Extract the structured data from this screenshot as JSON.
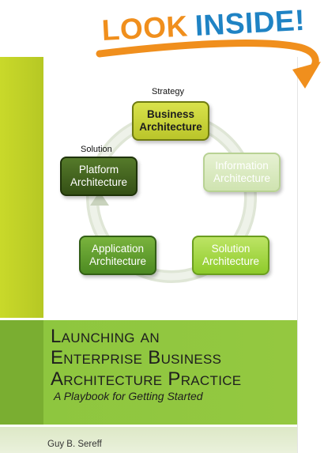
{
  "banner": {
    "word1": "LOOK",
    "word2": "INSIDE!",
    "colors": {
      "look": "#f08f1d",
      "inside": "#1f83c4",
      "arrow": "#f08f1d"
    }
  },
  "diagram": {
    "labels": {
      "top": "Strategy",
      "left": "Solution"
    },
    "nodes": {
      "business": {
        "line1": "Business",
        "line2": "Architecture"
      },
      "information": {
        "line1": "Information",
        "line2": "Architecture"
      },
      "solution": {
        "line1": "Solution",
        "line2": "Architecture"
      },
      "application": {
        "line1": "Application",
        "line2": "Architecture"
      },
      "platform": {
        "line1": "Platform",
        "line2": "Architecture"
      }
    }
  },
  "book": {
    "title_line1": "Launching an",
    "title_line2": "Enterprise Business",
    "title_line3": "Architecture Practice",
    "subtitle": "A Playbook for Getting Started",
    "author": "Guy B. Sereff"
  }
}
